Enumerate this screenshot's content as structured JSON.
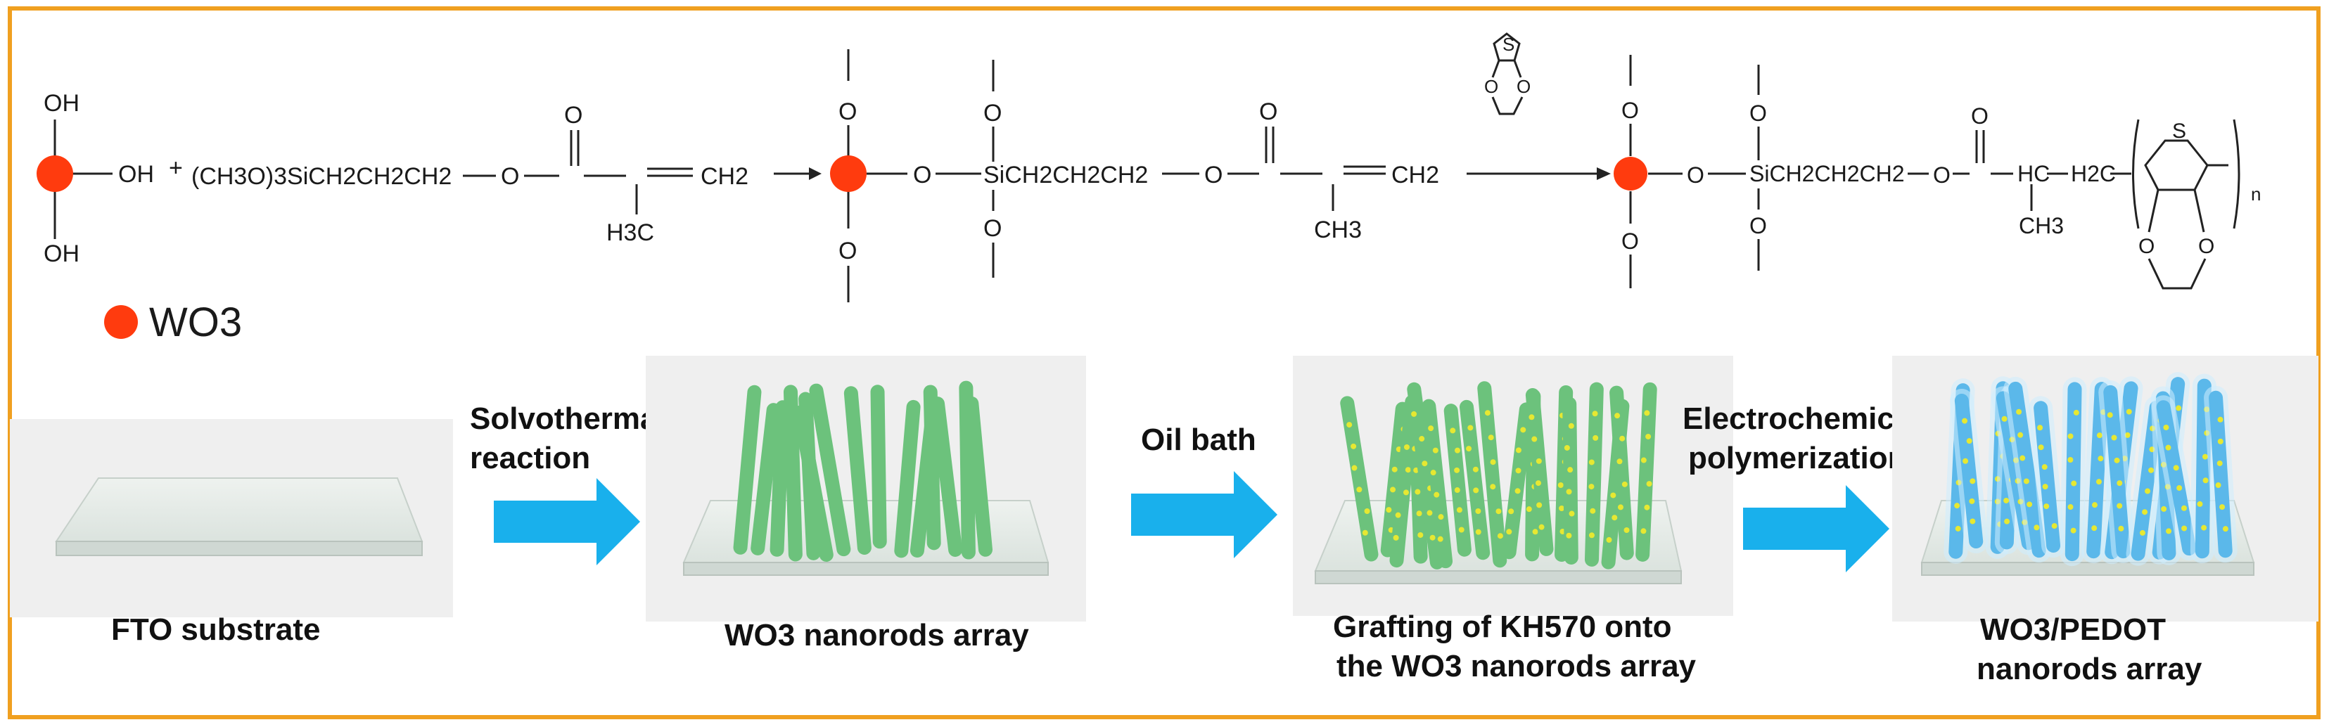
{
  "reaction": {
    "oh_top": "OH",
    "oh_right": "OH",
    "oh_bottom": "OH",
    "plus": "+",
    "silane": "(CH3O)3SiCH2CH2CH2",
    "ester_o": "O",
    "carbonyl_o": "O",
    "alkene_ch2": "CH2",
    "methyl": "H3C",
    "p2_o_top": "O",
    "p2_o_bottom": "O",
    "p2_o_link": "O",
    "p2_si_o_top": "O",
    "p2_si_o_bottom": "O",
    "p2_si_chain": "SiCH2CH2CH2",
    "p2_ester_o": "O",
    "p2_carbonyl_o": "O",
    "p2_alkene_ch2": "CH2",
    "p2_methyl": "CH3",
    "edot_s": "S",
    "edot_o_left": "O",
    "edot_o_right": "O",
    "p3_o_top": "O",
    "p3_o_bottom": "O",
    "p3_o_link": "O",
    "p3_si_o_top": "O",
    "p3_si_o_bottom": "O",
    "p3_si_chain": "SiCH2CH2CH2",
    "p3_ester_o": "O",
    "p3_carbonyl_o": "O",
    "p3_ch": "HC",
    "p3_h2c": "H2C",
    "p3_methyl": "CH3",
    "p3_s": "S",
    "p3_o_left": "O",
    "p3_o_right": "O",
    "p3_n": "n"
  },
  "legend": {
    "label": "WO3"
  },
  "process": {
    "step1_arrow": "Solvothermal reaction",
    "step2_arrow": "Oil bath",
    "step3_arrow": "Electrochemical polymerization",
    "stage1": "FTO substrate",
    "stage2": "WO3 nanorods array",
    "stage3": "Grafting of KH570 onto the WO3 nanorods array",
    "stage4": "WO3/PEDOT nanorods array"
  },
  "colors": {
    "border": "#f0a020",
    "wo3_dot": "#ff3b0e",
    "arrow": "#19b0ec",
    "nanorod": "#6cc27c",
    "kh570": "#e6e832",
    "pedot": "#8fd0f4"
  }
}
